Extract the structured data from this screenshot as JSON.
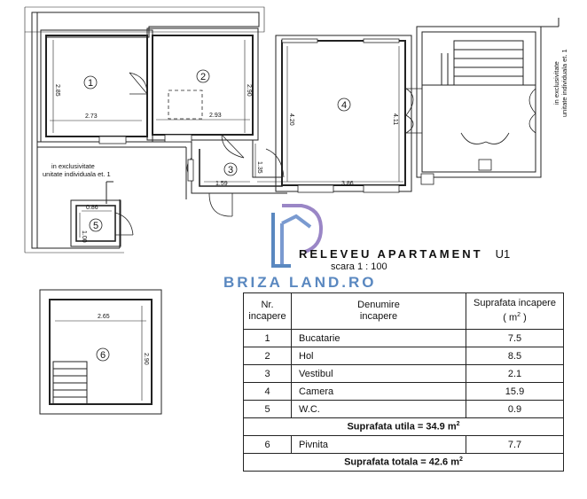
{
  "plan": {
    "rooms": [
      {
        "id": "1",
        "label": "1"
      },
      {
        "id": "2",
        "label": "2"
      },
      {
        "id": "3",
        "label": "3"
      },
      {
        "id": "4",
        "label": "4"
      },
      {
        "id": "5",
        "label": "5"
      },
      {
        "id": "6",
        "label": "6"
      }
    ],
    "dimensions": [
      "2.85",
      "2.73",
      "2.90",
      "2.93",
      "4.20",
      "4.11",
      "1.35",
      "1.59",
      "3.86",
      "0.86",
      "1.00",
      "2.65",
      "2.90"
    ],
    "notes": {
      "left_line1": "in exclusivitate",
      "left_line2": "unitate individuala et. 1",
      "right_line1": "in exclusivitate",
      "right_line2": "unitate individuala et. 1"
    }
  },
  "title": {
    "main": "RELEVEU APARTAMENT",
    "unit": "U1",
    "scale": "scara  1 : 100"
  },
  "logo": {
    "text": "BRIZA LAND.RO",
    "color": "#5a88c0"
  },
  "table": {
    "headers": {
      "nr_line1": "Nr.",
      "nr_line2": "incapere",
      "name_line1": "Denumire",
      "name_line2": "incapere",
      "area_line1": "Suprafata incapere",
      "area_line2": "( m",
      "area_line2_sup": "2",
      "area_line2_end": " )"
    },
    "rows": [
      {
        "nr": "1",
        "name": "Bucatarie",
        "area": "7.5"
      },
      {
        "nr": "2",
        "name": "Hol",
        "area": "8.5"
      },
      {
        "nr": "3",
        "name": "Vestibul",
        "area": "2.1"
      },
      {
        "nr": "4",
        "name": "Camera",
        "area": "15.9"
      },
      {
        "nr": "5",
        "name": "W.C.",
        "area": "0.9"
      }
    ],
    "suprafata_utila": {
      "label": "Suprafata utila = 34.9 m",
      "sup": "2"
    },
    "basement_row": {
      "nr": "6",
      "name": "Pivnita",
      "area": "7.7"
    },
    "suprafata_totala": {
      "label": "Suprafata totala = 42.6 m",
      "sup": "2"
    }
  }
}
